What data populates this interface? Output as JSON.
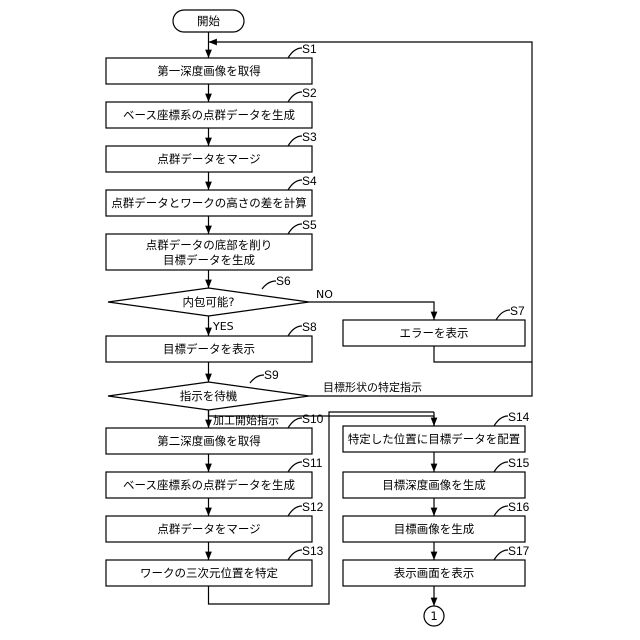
{
  "start": "開始",
  "steps": {
    "s1": {
      "id": "S1",
      "text": "第一深度画像を取得"
    },
    "s2": {
      "id": "S2",
      "text": "ベース座標系の点群データを生成"
    },
    "s3": {
      "id": "S3",
      "text": "点群データをマージ"
    },
    "s4": {
      "id": "S4",
      "text": "点群データとワークの高さの差を計算"
    },
    "s5": {
      "id": "S5",
      "line1": "点群データの底部を削り",
      "line2": "目標データを生成"
    },
    "s6": {
      "id": "S6",
      "text": "内包可能?"
    },
    "s7": {
      "id": "S7",
      "text": "エラーを表示"
    },
    "s8": {
      "id": "S8",
      "text": "目標データを表示"
    },
    "s9": {
      "id": "S9",
      "text": "指示を待機"
    },
    "s10": {
      "id": "S10",
      "text": "第二深度画像を取得"
    },
    "s11": {
      "id": "S11",
      "text": "ベース座標系の点群データを生成"
    },
    "s12": {
      "id": "S12",
      "text": "点群データをマージ"
    },
    "s13": {
      "id": "S13",
      "text": "ワークの三次元位置を特定"
    },
    "s14": {
      "id": "S14",
      "text": "特定した位置に目標データを配置"
    },
    "s15": {
      "id": "S15",
      "text": "目標深度画像を生成"
    },
    "s16": {
      "id": "S16",
      "text": "目標画像を生成"
    },
    "s17": {
      "id": "S17",
      "text": "表示画面を表示"
    }
  },
  "branches": {
    "no": "NO",
    "yes": "YES",
    "shape_instruction": "目標形状の特定指示",
    "start_instruction": "加工開始指示"
  },
  "connector": "1"
}
